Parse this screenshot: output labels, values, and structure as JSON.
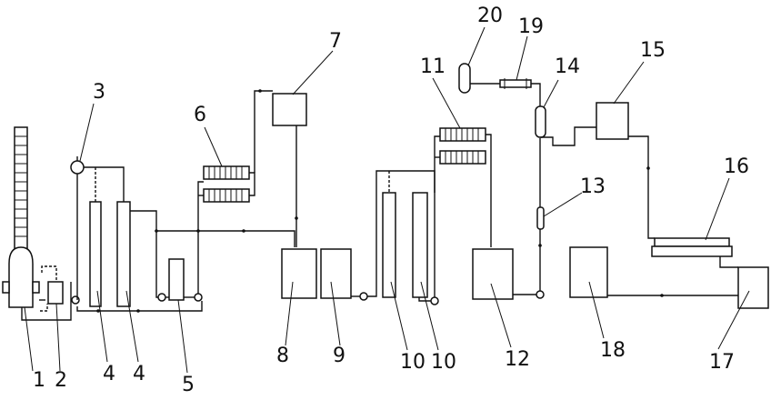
{
  "diagram": {
    "labels": {
      "l1": "1",
      "l2": "2",
      "l3": "3",
      "l4a": "4",
      "l4b": "4",
      "l5": "5",
      "l6": "6",
      "l7": "7",
      "l8": "8",
      "l9": "9",
      "l10a": "10",
      "l10b": "10",
      "l11": "11",
      "l12": "12",
      "l13": "13",
      "l14": "14",
      "l15": "15",
      "l16": "16",
      "l17": "17",
      "l18": "18",
      "l19": "19",
      "l20": "20"
    },
    "stroke_color": "#111111",
    "background": "#ffffff"
  }
}
